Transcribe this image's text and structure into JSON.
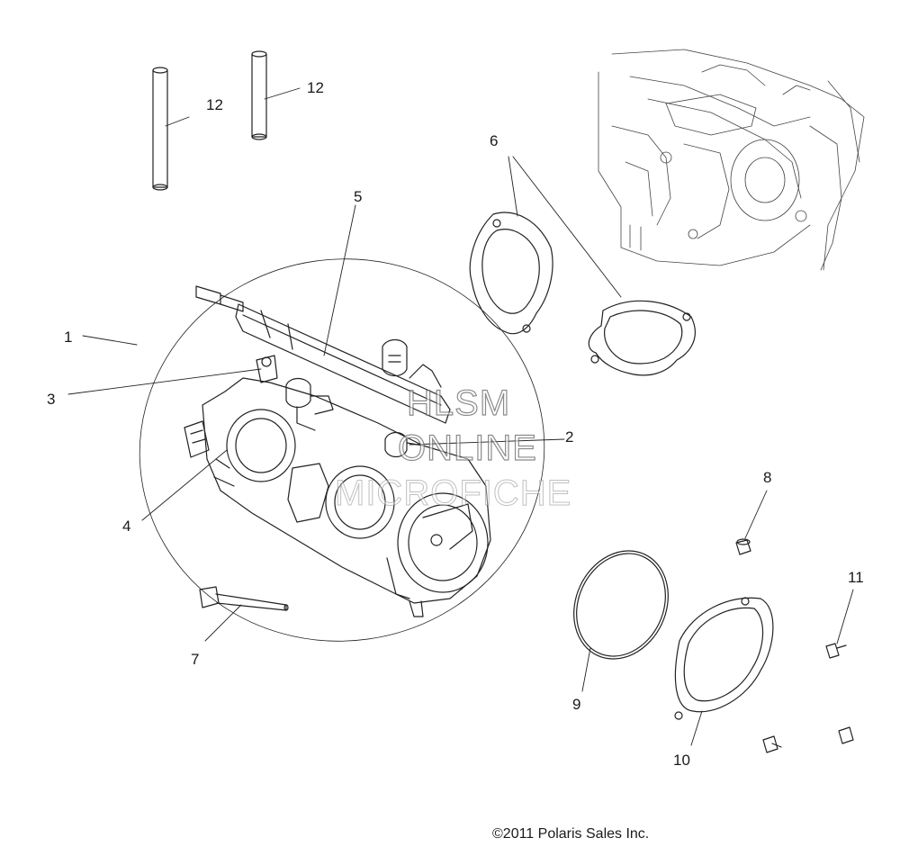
{
  "callouts": {
    "c1": "1",
    "c2": "2",
    "c3": "3",
    "c4": "4",
    "c5": "5",
    "c6": "6",
    "c7": "7",
    "c8": "8",
    "c9": "9",
    "c10": "10",
    "c11": "11",
    "c12a": "12",
    "c12b": "12"
  },
  "watermark": {
    "line1": "HLSM",
    "line2": "ONLINE",
    "line3": "MICROFICHE"
  },
  "copyright": "©2011 Polaris Sales Inc."
}
